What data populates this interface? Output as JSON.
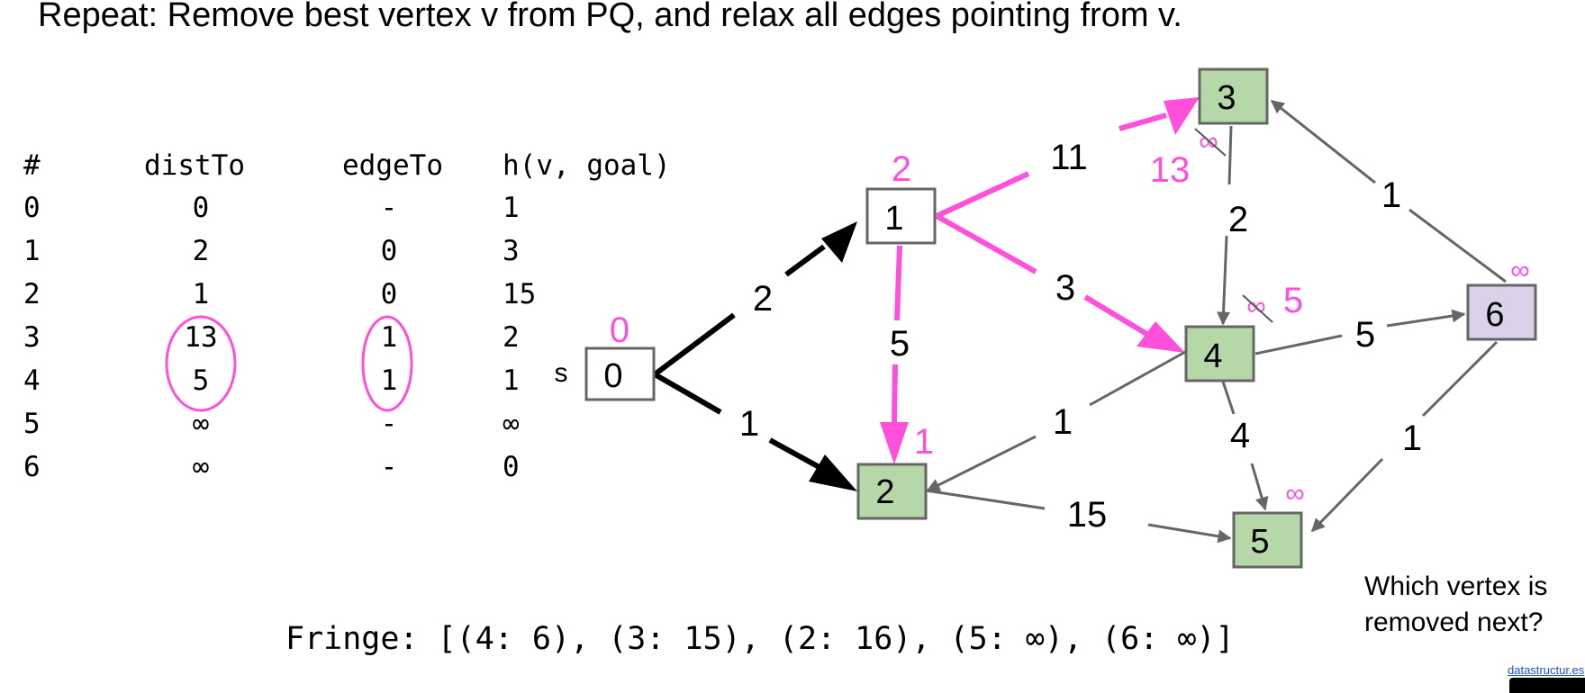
{
  "title": "Repeat: Remove best vertex v from PQ, and relax all edges pointing from v.",
  "table": {
    "headers": [
      "#",
      "distTo",
      "edgeTo",
      "h(v, goal)"
    ],
    "rows": [
      {
        "v": "0",
        "distTo": "0",
        "edgeTo": "-",
        "h": "1"
      },
      {
        "v": "1",
        "distTo": "2",
        "edgeTo": "0",
        "h": "3"
      },
      {
        "v": "2",
        "distTo": "1",
        "edgeTo": "0",
        "h": "15"
      },
      {
        "v": "3",
        "distTo": "13",
        "edgeTo": "1",
        "h": "2"
      },
      {
        "v": "4",
        "distTo": "5",
        "edgeTo": "1",
        "h": "1"
      },
      {
        "v": "5",
        "distTo": "∞",
        "edgeTo": "-",
        "h": "∞"
      },
      {
        "v": "6",
        "distTo": "∞",
        "edgeTo": "-",
        "h": "0"
      }
    ]
  },
  "graph": {
    "source_label": "s",
    "nodes": [
      {
        "id": "0",
        "dist_label": "0",
        "fill": "#ffffff"
      },
      {
        "id": "1",
        "dist_label": "2",
        "fill": "#ffffff"
      },
      {
        "id": "2",
        "dist_label": "1",
        "fill": "#b6d7a8"
      },
      {
        "id": "3",
        "dist_label": "13",
        "old_dist_label": "∞",
        "fill": "#b6d7a8"
      },
      {
        "id": "4",
        "dist_label": "5",
        "old_dist_label": "∞",
        "fill": "#b6d7a8"
      },
      {
        "id": "5",
        "dist_label": "∞",
        "fill": "#b6d7a8"
      },
      {
        "id": "6",
        "dist_label": "∞",
        "fill": "#d9d2e9"
      }
    ],
    "edges": [
      {
        "from": "0",
        "to": "1",
        "weight": "2",
        "style": "tree"
      },
      {
        "from": "0",
        "to": "2",
        "weight": "1",
        "style": "tree"
      },
      {
        "from": "1",
        "to": "3",
        "weight": "11",
        "style": "relaxed"
      },
      {
        "from": "1",
        "to": "4",
        "weight": "3",
        "style": "relaxed"
      },
      {
        "from": "1",
        "to": "2",
        "weight": "5",
        "style": "relaxed"
      },
      {
        "from": "3",
        "to": "4",
        "weight": "2",
        "style": "normal"
      },
      {
        "from": "6",
        "to": "3",
        "weight": "1",
        "style": "normal"
      },
      {
        "from": "4",
        "to": "6",
        "weight": "5",
        "style": "normal"
      },
      {
        "from": "4",
        "to": "2",
        "weight": "1",
        "style": "normal"
      },
      {
        "from": "4",
        "to": "5",
        "weight": "4",
        "style": "normal"
      },
      {
        "from": "6",
        "to": "5",
        "weight": "1",
        "style": "normal"
      },
      {
        "from": "2",
        "to": "5",
        "weight": "15",
        "style": "normal"
      }
    ]
  },
  "fringe": "Fringe: [(4: 6), (3: 15), (2: 16), (5: ∞), (6: ∞)]",
  "question": [
    "Which vertex is",
    "removed next?"
  ],
  "credit": "datastructur.es",
  "colors": {
    "accent": "#ff4fdb",
    "visited": "#b6d7a8",
    "unvisited": "#ffffff",
    "goal": "#d9d2e9",
    "edge": "#666666"
  }
}
